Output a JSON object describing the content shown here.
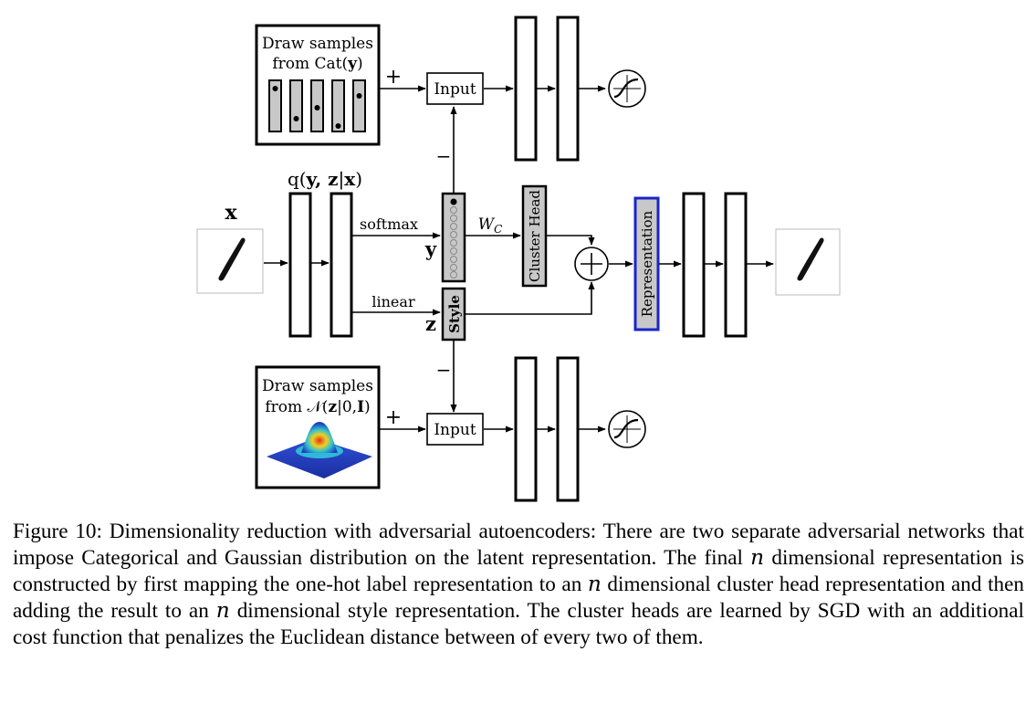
{
  "top_box": {
    "line1": "Draw samples",
    "line2": "from Cat(",
    "var": "y",
    "close": ")"
  },
  "bottom_box": {
    "line1": "Draw samples",
    "line2": "from 𝒩(",
    "z": "z",
    "mid": "|0,",
    "i": "I",
    "close": ")"
  },
  "encoder_label": {
    "pre": "q(",
    "vars": "y, z",
    "sep": "|",
    "x": "x",
    "close": ")"
  },
  "x_label": "x",
  "y_label": "y",
  "z_label": "z",
  "softmax_label": "softmax",
  "linear_label": "linear",
  "wc_label": {
    "main": "W",
    "sub": "C"
  },
  "input_label": "Input",
  "cluster_head_label": "Cluster Head",
  "style_label": "Style",
  "representation_label": "Representation",
  "plus_sign": "+",
  "minus_sign": "−",
  "colors": {
    "representation_border": "#1a25c8",
    "gray_fill": "#c8c8c8"
  },
  "caption": "Figure 10: Dimensionality reduction with adversarial autoencoders: There are two separate adversarial networks that impose Categorical and Gaussian distribution on the latent representation. The final 𝑛 dimensional representation is constructed by first mapping the one-hot label representation to an 𝑛 dimensional cluster head representation and then adding the result to an 𝑛 dimensional style representation. The cluster heads are learned by SGD with an additional cost function that penalizes the Euclidean distance between of every two of them."
}
